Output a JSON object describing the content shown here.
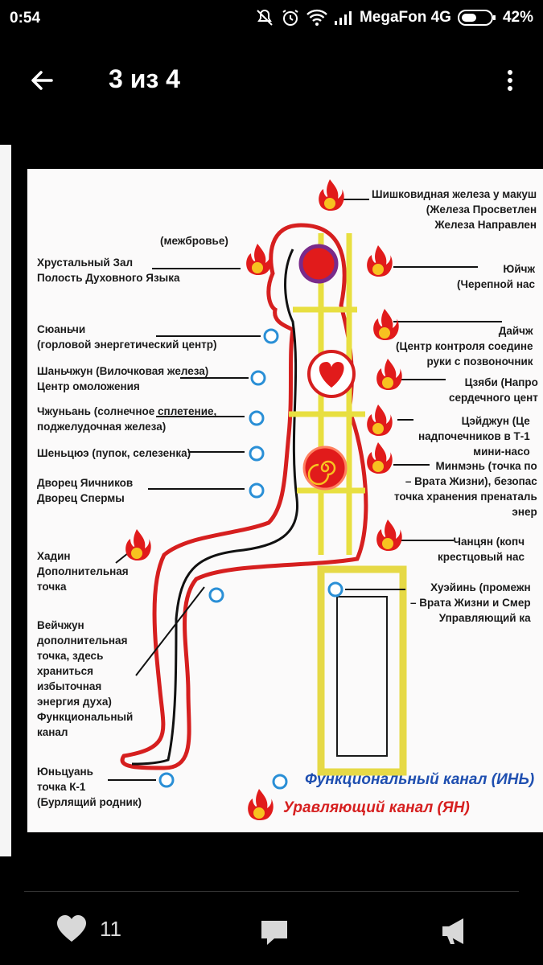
{
  "status": {
    "time": "0:54",
    "carrier": "MegaFon 4G",
    "battery": "42%"
  },
  "header": {
    "title": "3 из 4"
  },
  "image": {
    "left": [
      {
        "text": [
          "(межбровье)"
        ]
      },
      {
        "text": [
          "Хрустальный Зал",
          "Полость Духовного Языка"
        ]
      },
      {
        "text": [
          "Сюаньчи",
          "(горловой энергетический центр)"
        ]
      },
      {
        "text": [
          "Шаньчжун (Вилочковая железа)",
          "Центр омоложения"
        ]
      },
      {
        "text": [
          "Чжуньань (солнечное сплетение,",
          "поджелудочная железа)"
        ]
      },
      {
        "text": [
          "Шеньцюэ (пупок, селезенка)"
        ]
      },
      {
        "text": [
          "Дворец Яичников",
          "Дворец Спермы"
        ]
      },
      {
        "text": [
          "Хадин",
          "Дополнительная",
          "точка"
        ]
      },
      {
        "text": [
          "Вейчжун",
          "дополнительная",
          "точка, здесь",
          "храниться",
          "избыточная",
          "энергия духа)",
          "Функциональный",
          "канал"
        ]
      },
      {
        "text": [
          "Юньцуань",
          "точка К-1",
          "(Бурлящий родник)"
        ]
      }
    ],
    "right": [
      {
        "text": [
          "Шишковидная железа у макуш",
          "(Железа Просветлен",
          "Железа Направлен"
        ]
      },
      {
        "text": [
          "Юйчж",
          "(Черепной нас"
        ]
      },
      {
        "text": [
          "Дайчж",
          "(Центр контроля соедине",
          "руки с позвоночник"
        ]
      },
      {
        "text": [
          "Цзяби (Напро",
          "сердечного цент"
        ]
      },
      {
        "text": [
          "Цэйджун (Це",
          "надпочечников в Т-1",
          "мини-насо"
        ]
      },
      {
        "text": [
          "Минмэнь (точка по",
          "– Врата Жизни), безопас",
          "точка хранения пренаталь",
          "энер"
        ]
      },
      {
        "text": [
          "Чанцян (копч",
          "крестцовый нас"
        ]
      },
      {
        "text": [
          "Хуэйинь (промежн",
          "– Врата Жизни и Смер",
          "Управляющий ка"
        ]
      }
    ],
    "legend": {
      "functional": "Функциональный канал (ИНЬ)",
      "governing": "Уравляющий канал (ЯН)"
    }
  },
  "actions": {
    "likes": "11"
  },
  "icons": {
    "back": "arrow-left-icon",
    "more": "more-vertical-icon",
    "like": "heart-icon",
    "comment": "comment-icon",
    "share": "megaphone-icon"
  },
  "colors": {
    "fire": "#e11b1b",
    "flame_inner": "#f7c220",
    "channel_red": "#d61f1f",
    "blue_point": "#2a8fd6",
    "yellow": "#e8df40"
  }
}
